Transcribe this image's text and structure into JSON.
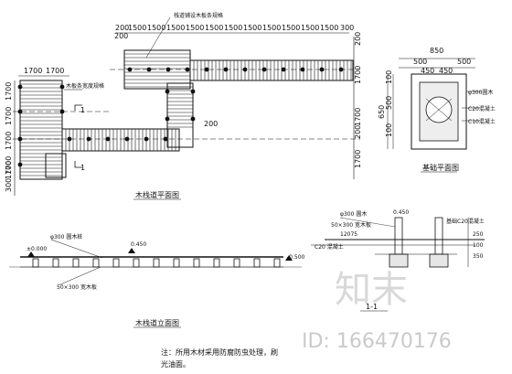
{
  "top_dims": [
    "200",
    "1500",
    "1500",
    "1500",
    "1500",
    "1500",
    "1500",
    "1500",
    "1500",
    "1500",
    "1500",
    "1500",
    "300"
  ],
  "left_top_dims": [
    "1700",
    "1700"
  ],
  "left_vertical_dims": [
    "1700",
    "1700",
    "1700",
    "1700"
  ],
  "left_bottom_dims": [
    "1700",
    "300"
  ],
  "right_vertical_dims": [
    "200",
    "1700",
    "1700",
    "200",
    "1700"
  ],
  "side_dims": [
    "200",
    "200"
  ],
  "section_marks": [
    "1",
    "1"
  ],
  "callouts": {
    "plan_top": "栈道铺设木板条规格",
    "plan_left": "木板条宽度规格"
  },
  "plan_caption": "木栈道平面图",
  "elevation": {
    "caption": "木栈道立面图",
    "level_left": "±0.000",
    "level_mid": "0.450",
    "level_right": "-0.500",
    "pile_label": "φ300 圆木桩",
    "beam_label": "50×300 宽木板"
  },
  "foundation": {
    "caption": "基础平面图",
    "top_dims": [
      "850",
      "500",
      "500"
    ],
    "inner_dims": [
      "450",
      "450"
    ],
    "side_dims": [
      "100",
      "500",
      "100",
      "650"
    ],
    "right_labels": [
      "φ300圆木",
      "C20混凝土",
      "C10混凝土"
    ]
  },
  "section": {
    "level_label": "0.450",
    "pile_label": "φ300 圆木",
    "beam_label": "50×300 宽木板",
    "spacing_label": "12075",
    "concrete_label": "C20 混凝土",
    "mark": "1-1",
    "note_right": "基础C20混凝土",
    "depth_labels": [
      "250",
      "100",
      "350"
    ]
  },
  "note_lines": [
    "注：所用木材采用防腐防虫处理，刷",
    "光油面。"
  ],
  "watermark": {
    "text": "知末",
    "id_text": "ID: 166470176"
  }
}
